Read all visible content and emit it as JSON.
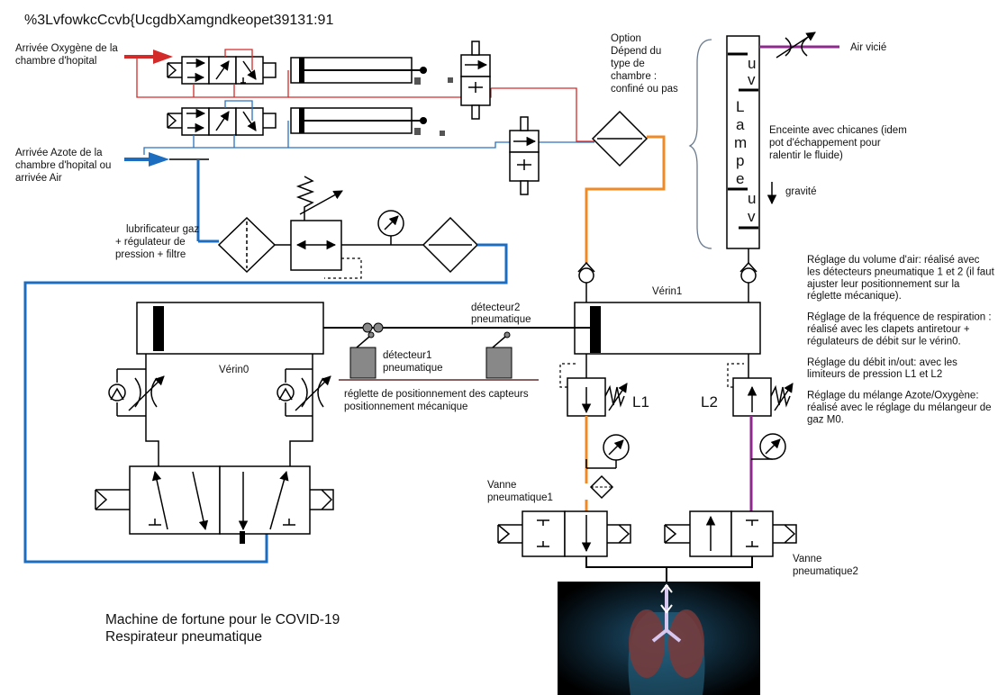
{
  "title_code": "%3LvfowkcCcvb{UcgdbXamgndkeopet39131:91",
  "labels": {
    "oxygen_1": "Arrivée Oxygène de la",
    "oxygen_2": "chambre d'hopital",
    "azote_1": "Arrivée Azote de la",
    "azote_2": "chambre d'hopital ou",
    "azote_3": "arrivée Air",
    "option_1": "Option",
    "option_2": "Dépend du",
    "option_3": "type de",
    "option_4": "chambre :",
    "option_5": "confiné ou pas",
    "air_vicie": "Air vicié",
    "lamp_v1": "u",
    "lamp_v2": "v",
    "lamp_L": "L",
    "lamp_a": "a",
    "lamp_m": "m",
    "lamp_p": "p",
    "lamp_e": "e",
    "lamp_u2": "u",
    "lamp_v3": "v",
    "enceinte_1": "Enceinte avec chicanes (idem",
    "enceinte_2": "pot d'échappement pour",
    "enceinte_3": "ralentir le fluide)",
    "gravite": "gravité",
    "lubri_1": "lubrificateur gaz",
    "lubri_2": "+ régulateur de",
    "lubri_3": "pression + filtre",
    "verin1": "Vérin1",
    "verin0": "Vérin0",
    "det2_1": "détecteur2",
    "det2_2": "pneumatique",
    "det1_1": "détecteur1",
    "det1_2": "pneumatique",
    "reglette_1": "réglette de positionnement des capteurs",
    "reglette_2": "positionnement mécanique",
    "L1": "L1",
    "L2": "L2",
    "vanne1_1": "Vanne",
    "vanne1_2": "pneumatique1",
    "vanne2_1": "Vanne",
    "vanne2_2": "pneumatique2",
    "notes": [
      "Réglage du volume d'air: réalisé avec",
      "les détecteurs pneumatique 1 et 2 (il faut",
      "ajuster leur positionnement sur la",
      "réglette mécanique).",
      "",
      "Réglage de la fréquence de respiration :",
      "réalisé avec les clapets antiretour +",
      "régulateurs de débit sur le vérin0.",
      "",
      "Réglage du débit in/out: avec les",
      "limiteurs de pression L1 et L2",
      "",
      "Réglage du mélange Azote/Oxygène:",
      "réalisé avec le réglage du mélangeur de",
      "gaz M0."
    ],
    "caption_1": "Machine de fortune pour le COVID-19",
    "caption_2": "Respirateur pneumatique"
  },
  "colors": {
    "oxygen_line": "#d32a2a",
    "azote_line": "#2a72c0",
    "mixed_line": "#f08a24",
    "exhaust_line": "#8e2a8e",
    "main_supply": "#1c6cc0"
  }
}
